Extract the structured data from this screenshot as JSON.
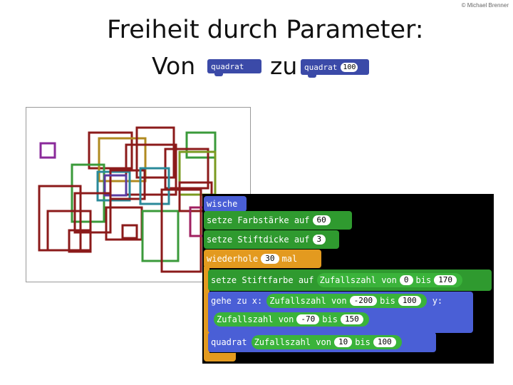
{
  "copyright": "© Michael Brenner",
  "title": "Freiheit durch Parameter:",
  "von": "Von",
  "zu": "zu",
  "block_quadrat_plain": "quadrat",
  "block_quadrat_param": "quadrat",
  "block_quadrat_value": "100",
  "code": {
    "wische": "wische",
    "setze_farbstaerke": "setze Farbstärke auf",
    "farbstaerke_value": "60",
    "setze_stiftdicke": "setze Stiftdicke auf",
    "stiftdicke_value": "3",
    "wiederhole": "wiederhole",
    "wiederhole_value": "30",
    "mal": "mal",
    "setze_stiftfarbe": "setze Stiftfarbe auf",
    "zufallszahl_von": "Zufallszahl von",
    "bis": "bis",
    "farbe_von": "0",
    "farbe_bis": "170",
    "gehe_zu_x": "gehe zu x:",
    "x_von": "-200",
    "x_bis": "100",
    "y_label": "y:",
    "y_von": "-70",
    "y_bis": "150",
    "quadrat": "quadrat",
    "q_von": "10",
    "q_bis": "100"
  },
  "colors": {
    "block_motion": "#4a5fd6",
    "block_control": "#e39a1f",
    "block_pen": "#2f9a2f",
    "code_background": "#000000"
  },
  "squares": [
    {
      "c": "#8b1a1a"
    },
    {
      "c": "#8b1a1a"
    },
    {
      "c": "#8b1a1a"
    },
    {
      "c": "#8b1a1a"
    },
    {
      "c": "#3a9a3a"
    },
    {
      "c": "#2a8a9a"
    },
    {
      "c": "#8a2a9a"
    },
    {
      "c": "#a02060"
    },
    {
      "c": "#b08a20"
    },
    {
      "c": "#7a9a20"
    },
    {
      "c": "#5a3aa0"
    }
  ]
}
